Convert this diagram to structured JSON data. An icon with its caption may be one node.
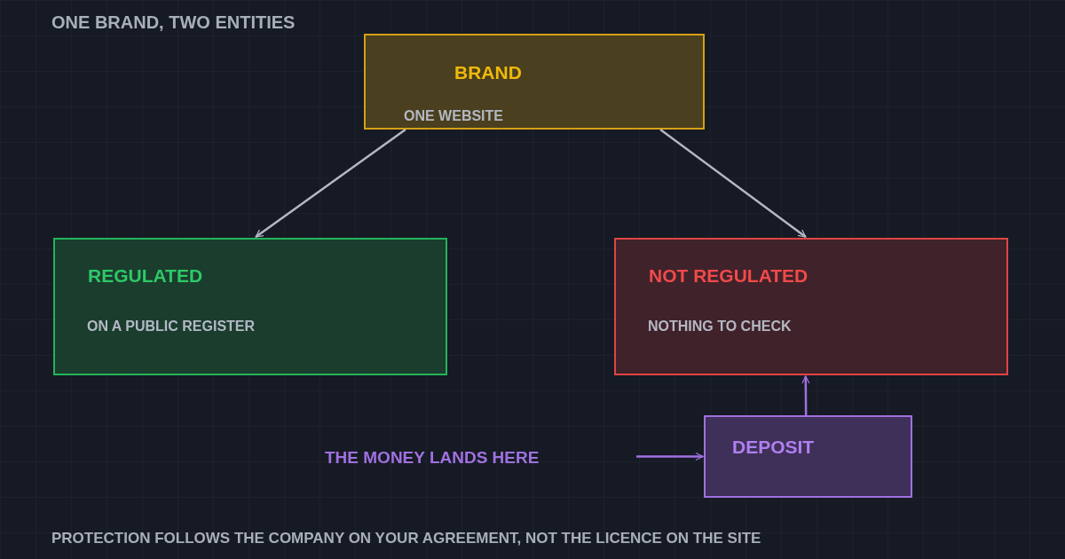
{
  "diagram": {
    "title": "ONE BRAND, TWO ENTITIES",
    "caption": "PROTECTION FOLLOWS THE COMPANY ON YOUR AGREEMENT, NOT THE LICENCE ON THE SITE",
    "nodes": [
      {
        "text": [
          "BRAND",
          "ONE WEBSITE"
        ]
      },
      {
        "text": [
          "REGULATED",
          "ON A PUBLIC REGISTER"
        ]
      },
      {
        "text": [
          "NOT REGULATED",
          "NOTHING TO CHECK"
        ]
      },
      {
        "text": [
          "DEPOSIT"
        ]
      }
    ],
    "edges": [
      {
        "from": 0,
        "to": 1,
        "arrow": "to"
      },
      {
        "from": 0,
        "to": 2,
        "arrow": "to"
      },
      {
        "from": null,
        "to": 3,
        "arrow": "to",
        "color": "#a070e0"
      },
      {
        "from": 3,
        "to": 2,
        "arrow": "to",
        "color": "#a070e0"
      }
    ],
    "labels": [
      "THE MONEY LANDS HERE"
    ]
  }
}
